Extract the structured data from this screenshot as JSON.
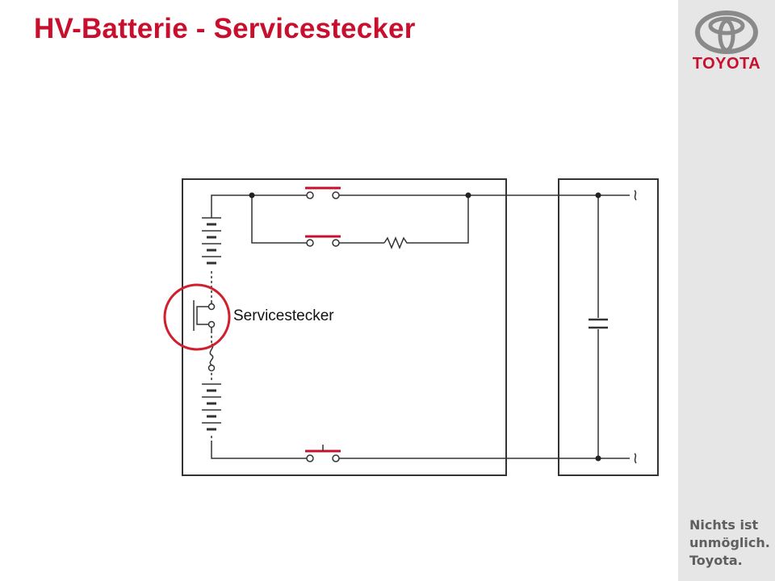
{
  "slide": {
    "title": "HV-Batterie - Servicestecker"
  },
  "brand": {
    "name": "TOYOTA",
    "slogan_lines": [
      "Nichts ist",
      "unmöglich.",
      "Toyota."
    ],
    "accent_color": "#c8102e",
    "panel_color": "#e6e6e6",
    "slogan_color": "#5f5f5f"
  },
  "diagram": {
    "service_plug_label": "Servicestecker",
    "highlight_color": "#d0202e",
    "line_color": "#333333"
  }
}
